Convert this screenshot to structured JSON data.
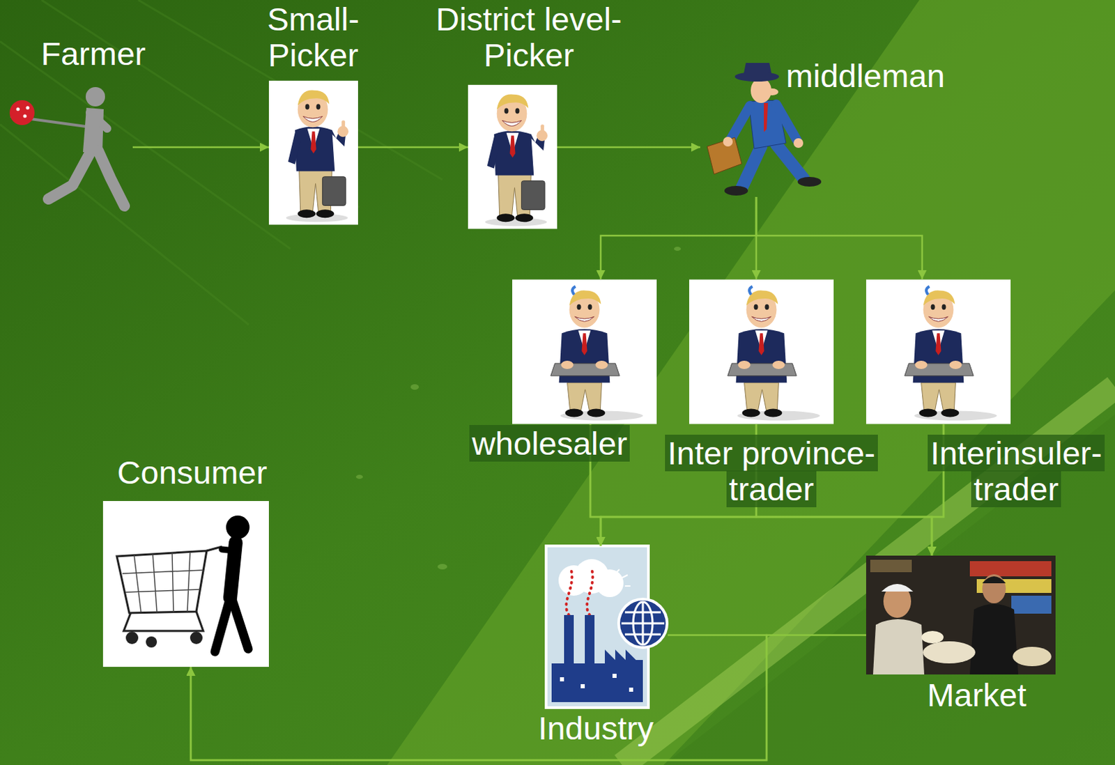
{
  "diagram": {
    "nodes": [
      {
        "text": [
          "Farmer"
        ]
      },
      {
        "text": [
          "Small- Picker"
        ]
      },
      {
        "text": [
          "District level- Picker"
        ]
      },
      {
        "text": [
          "middleman"
        ]
      },
      {
        "text": [
          "wholesaler"
        ]
      },
      {
        "text": [
          "Inter province- trader"
        ]
      },
      {
        "text": [
          "Interinsuler- trader"
        ]
      },
      {
        "text": [
          "Consumer"
        ]
      },
      {
        "text": [
          "Industry"
        ]
      },
      {
        "text": [
          "Market"
        ]
      }
    ],
    "edges": [
      {
        "from": 0,
        "to": 1,
        "arrow": "to"
      },
      {
        "from": 1,
        "to": 2,
        "arrow": "to"
      },
      {
        "from": 2,
        "to": 3,
        "arrow": "to"
      },
      {
        "from": 3,
        "to": 4,
        "arrow": "to"
      },
      {
        "from": 3,
        "to": 5,
        "arrow": "to"
      },
      {
        "from": 3,
        "to": 6,
        "arrow": "to"
      },
      {
        "from": 4,
        "to": 8,
        "arrow": "to"
      },
      {
        "from": 5,
        "to": 8,
        "arrow": "to"
      },
      {
        "from": 6,
        "to": 8,
        "arrow": "to"
      },
      {
        "from": 4,
        "to": 9,
        "arrow": "to"
      },
      {
        "from": 5,
        "to": 9,
        "arrow": "to"
      },
      {
        "from": 6,
        "to": 9,
        "arrow": "to"
      },
      {
        "from": 8,
        "to": 7,
        "arrow": "to"
      },
      {
        "from": 9,
        "to": 7,
        "arrow": "to"
      }
    ]
  }
}
